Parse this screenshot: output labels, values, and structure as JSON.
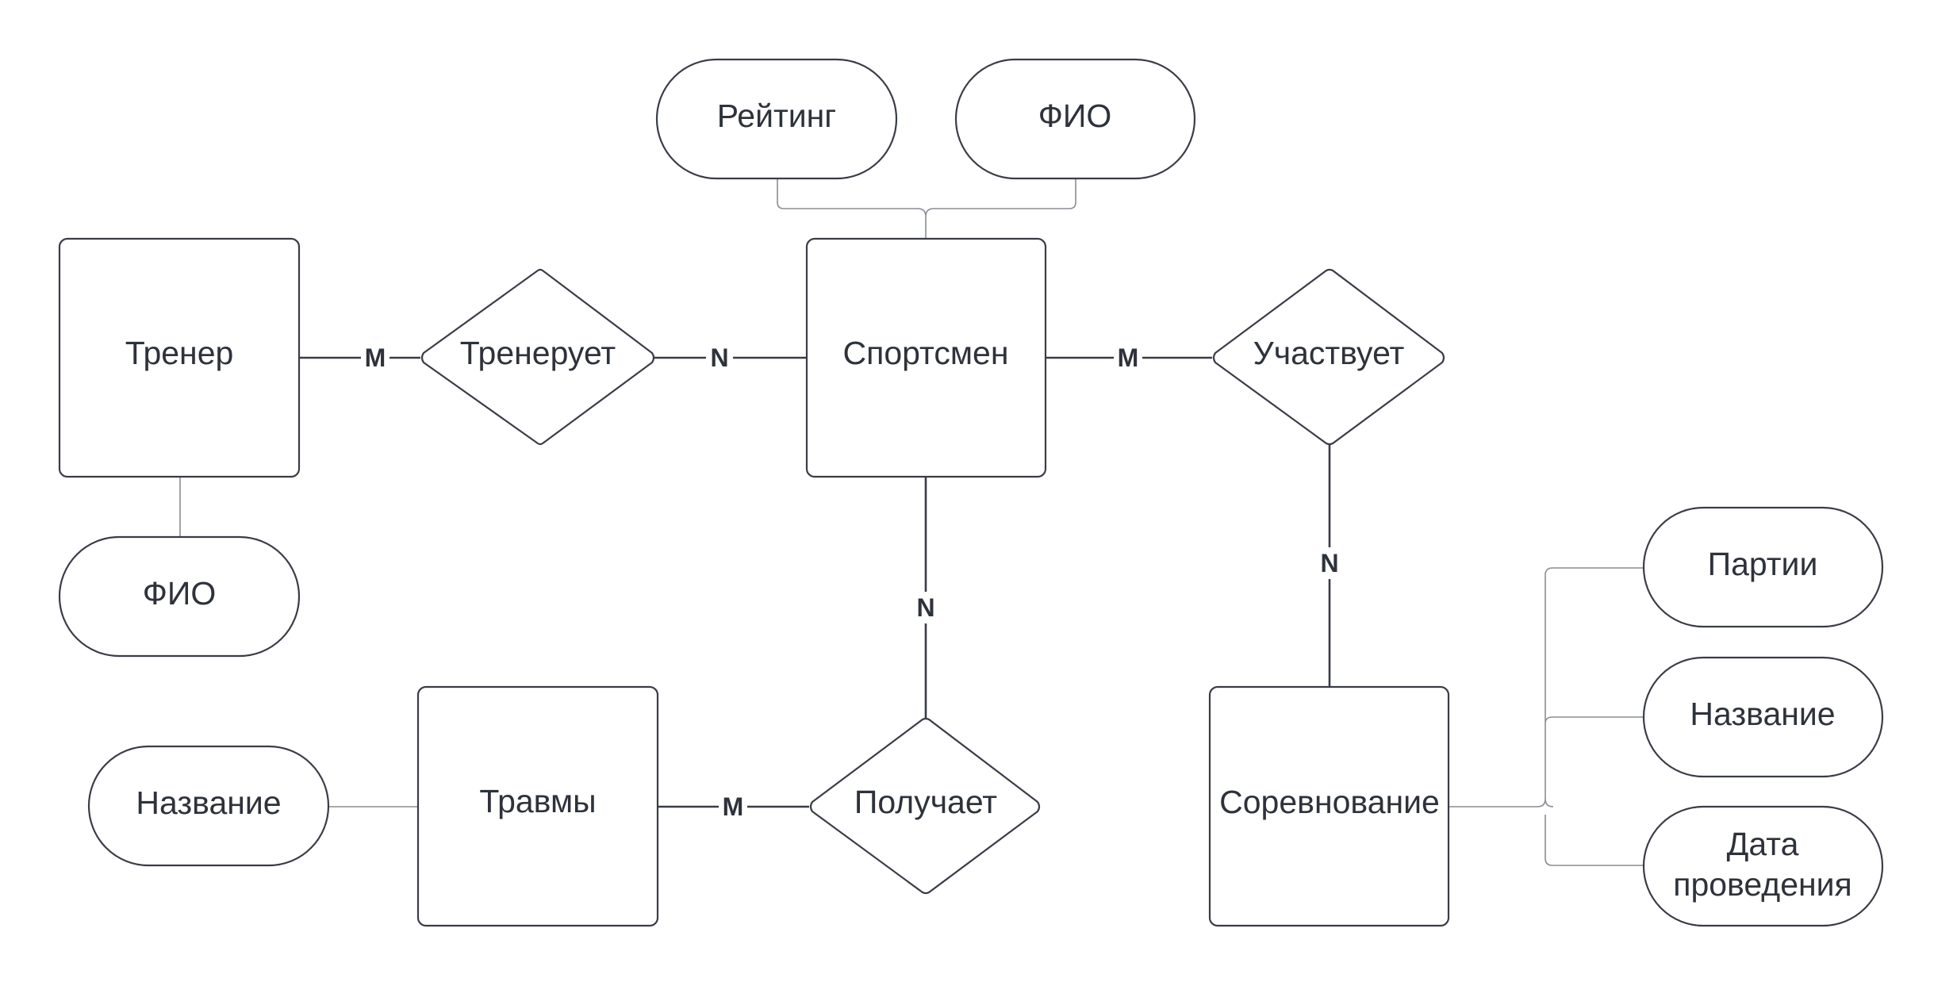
{
  "entities": {
    "trainer": "Тренер",
    "athlete": "Спортсмен",
    "injuries": "Травмы",
    "competition": "Соревнование"
  },
  "relationships": {
    "trains": "Тренерует",
    "participates": "Участвует",
    "receives": "Получает"
  },
  "attributes": {
    "athlete_rating": "Рейтинг",
    "athlete_name": "ФИО",
    "trainer_name": "ФИО",
    "injury_name": "Название",
    "comp_games": "Партии",
    "comp_name": "Название",
    "comp_date_line1": "Дата",
    "comp_date_line2": "проведения"
  },
  "cardinalities": {
    "trainer_trains": "M",
    "trains_athlete": "N",
    "athlete_participates": "M",
    "participates_competition": "N",
    "athlete_receives": "N",
    "injuries_receives": "M"
  }
}
